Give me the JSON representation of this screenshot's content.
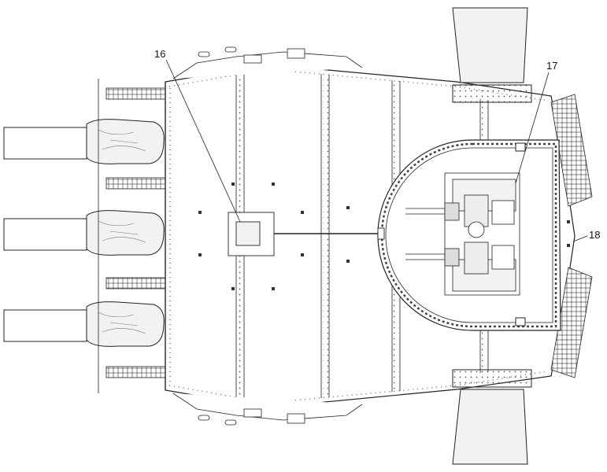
{
  "callouts": [
    {
      "id": "16",
      "label": "16"
    },
    {
      "id": "17",
      "label": "17"
    },
    {
      "id": "18",
      "label": "18"
    }
  ],
  "colors": {
    "line": "#222222",
    "paper": "#ffffff",
    "shade": "#f2f2f2",
    "rivet": "#555555"
  }
}
